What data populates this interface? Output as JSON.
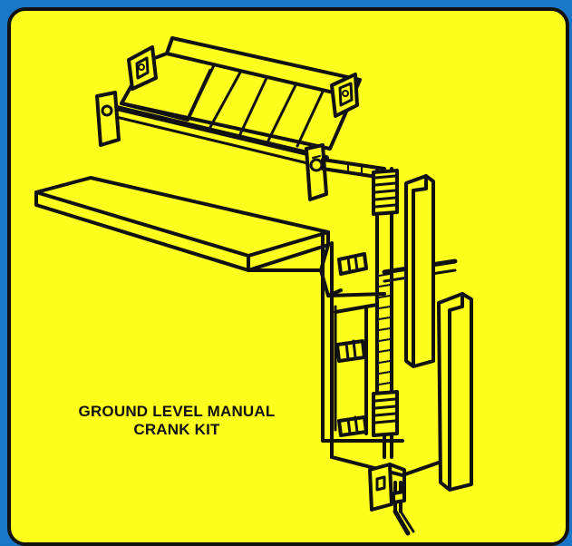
{
  "caption": {
    "line1": "GROUND LEVEL MANUAL",
    "line2": "CRANK KIT"
  },
  "colors": {
    "border_blue": "#1a76c6",
    "panel_yellow": "#ffff1e",
    "ink": "#111111"
  },
  "icons": [
    "awning-illustration",
    "crank-handle-illustration"
  ]
}
